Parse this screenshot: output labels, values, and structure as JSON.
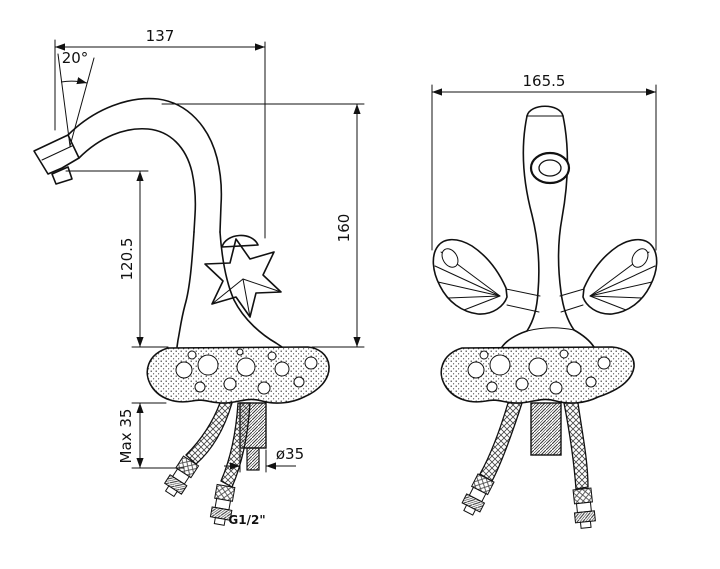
{
  "meta": {
    "title": "faucet-technical-drawing",
    "background_color": "#ffffff",
    "line_color": "#111111",
    "text_color": "#111111"
  },
  "side_view": {
    "dims": {
      "spout_reach": "137",
      "spout_angle": "20°",
      "height_to_outlet": "120.5",
      "overall_height": "160",
      "max_mount_thickness": "Max 35",
      "mount_hole_diameter": "ø35",
      "thread_size": "G1/2\""
    }
  },
  "front_view": {
    "dims": {
      "overall_width": "165.5"
    }
  }
}
